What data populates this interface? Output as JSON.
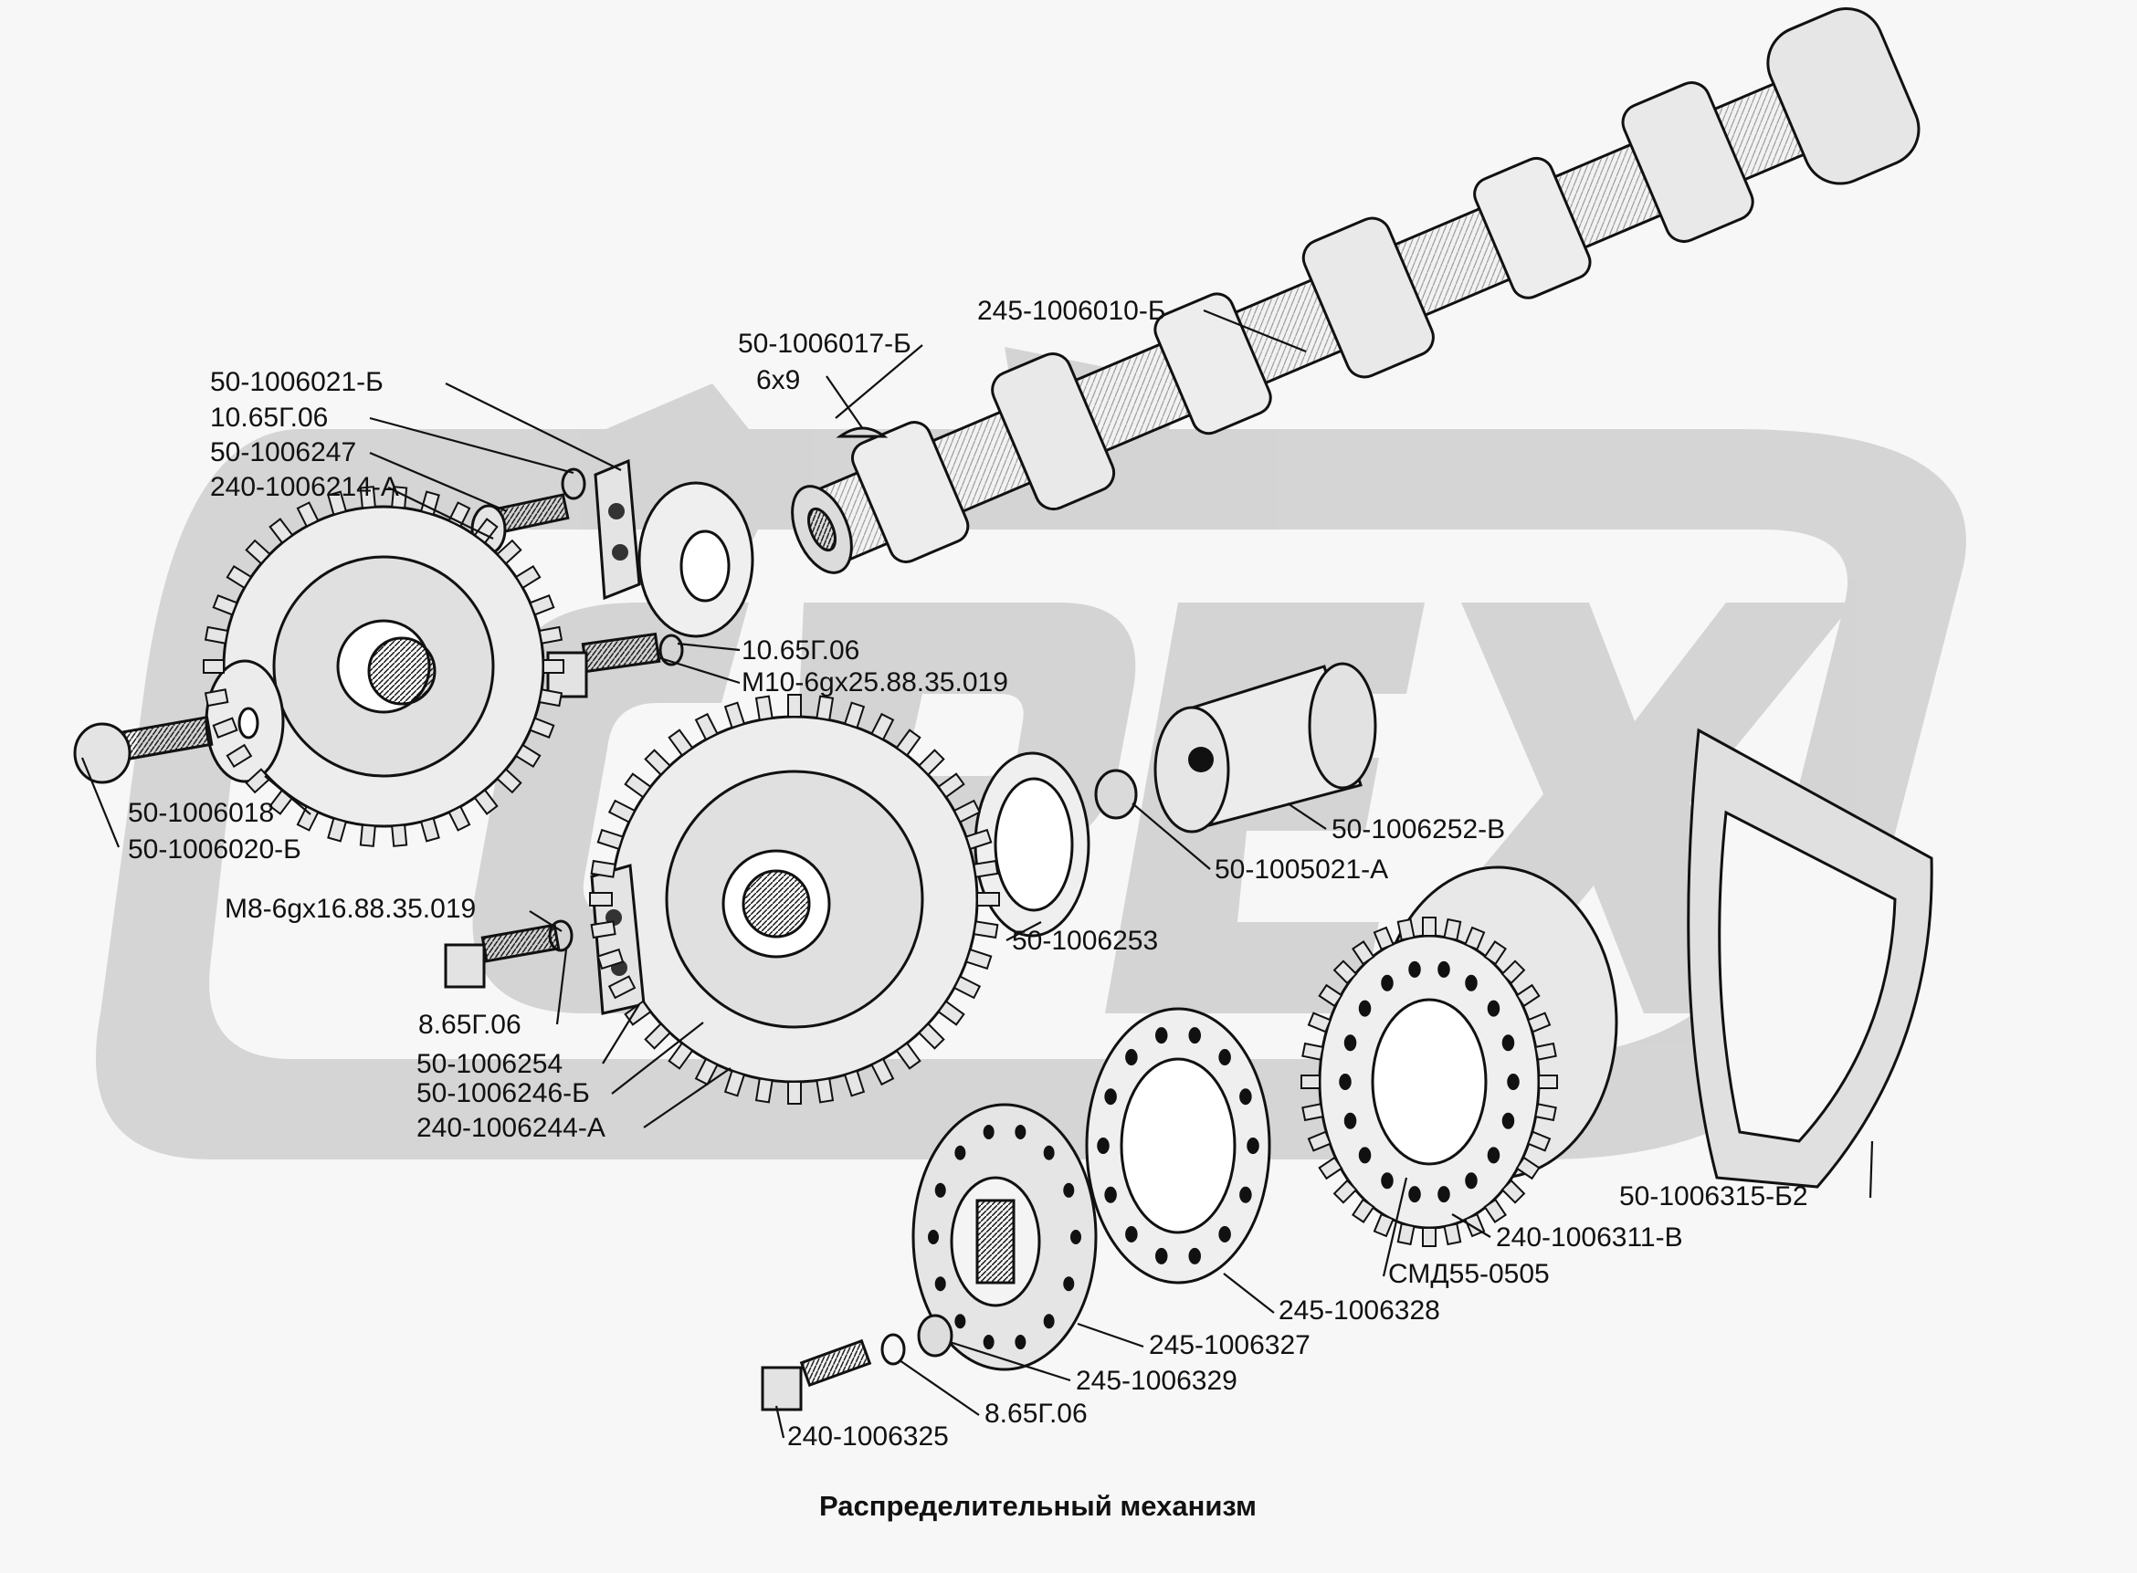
{
  "caption": "Распределительный механизм",
  "colors": {
    "background": "#f7f7f7",
    "watermark": "#cfcfcf",
    "ink": "#111111"
  },
  "parts": [
    {
      "id": "camshaft",
      "label": "245-1006010-Б"
    },
    {
      "id": "key-part",
      "label": "50-1006017-Б"
    },
    {
      "id": "key-size",
      "label": "6х9"
    },
    {
      "id": "lock-plate-top",
      "label": "50-1006021-Б"
    },
    {
      "id": "washer-top",
      "label": "10.65Г.06"
    },
    {
      "id": "screw-top",
      "label": "50-1006247"
    },
    {
      "id": "camshaft-gear",
      "label": "240-1006214-А"
    },
    {
      "id": "washer-mid",
      "label": "10.65Г.06"
    },
    {
      "id": "bolt-m10",
      "label": "М10-6gх25.88.35.019"
    },
    {
      "id": "washer-left",
      "label": "50-1006018"
    },
    {
      "id": "bolt-left",
      "label": "50-1006020-Б"
    },
    {
      "id": "idler-axle",
      "label": "50-1006252-В"
    },
    {
      "id": "bushing",
      "label": "50-1005021-А"
    },
    {
      "id": "bolt-m8",
      "label": "М8-6gх16.88.35.019"
    },
    {
      "id": "thrust-washer",
      "label": "50-1006253"
    },
    {
      "id": "spring-washer-mid",
      "label": "8.65Г.06"
    },
    {
      "id": "lock-plate-bottom",
      "label": "50-1006254"
    },
    {
      "id": "idler-bushing",
      "label": "50-1006246-Б"
    },
    {
      "id": "idler-gear",
      "label": "240-1006244-А"
    },
    {
      "id": "gasket",
      "label": "50-1006315-Б2"
    },
    {
      "id": "pump-gear",
      "label": "240-1006311-В"
    },
    {
      "id": "pump-bolt",
      "label": "СМД55-0505"
    },
    {
      "id": "flange-ring",
      "label": "245-1006328"
    },
    {
      "id": "hub-flange",
      "label": "245-1006327"
    },
    {
      "id": "flange-washer",
      "label": "245-1006329"
    },
    {
      "id": "spring-washer-bottom",
      "label": "8.65Г.06"
    },
    {
      "id": "hub-bolt",
      "label": "240-1006325"
    }
  ]
}
